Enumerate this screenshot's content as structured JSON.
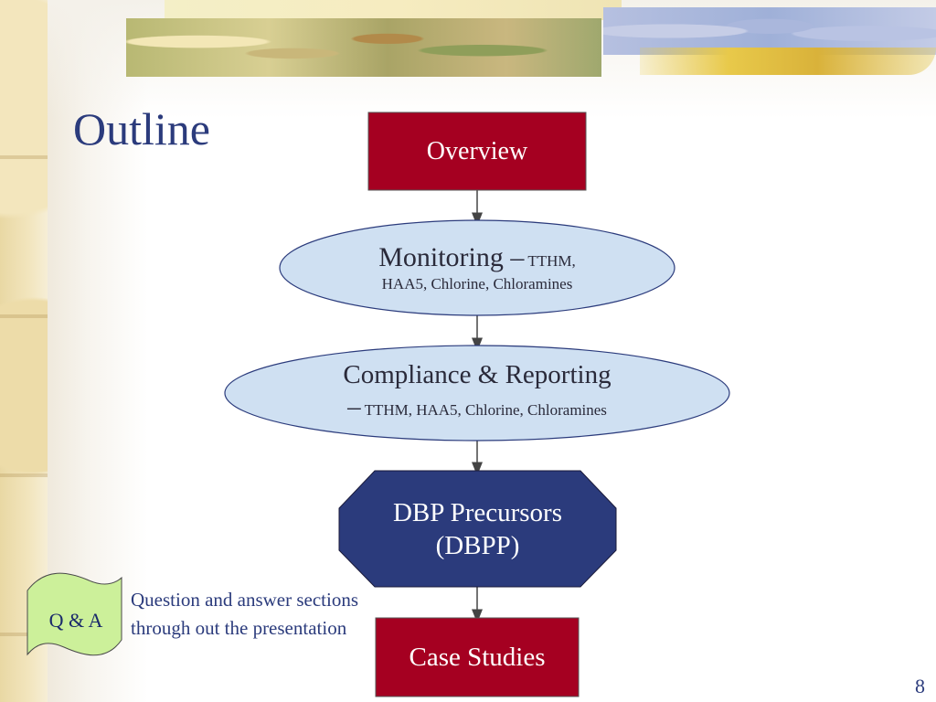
{
  "slide": {
    "title": "Outline",
    "page_number": "8"
  },
  "flowchart": {
    "overview": "Overview",
    "monitoring": {
      "main": "Monitoring –",
      "sub_inline": "TTHM,",
      "sub": "HAA5, Chlorine, Chloramines"
    },
    "compliance": {
      "main": "Compliance & Reporting",
      "dash": "–",
      "sub": "TTHM, HAA5, Chlorine, Chloramines"
    },
    "dbp": {
      "line1": "DBP Precursors",
      "line2": "(DBPP)"
    },
    "case_studies": "Case Studies"
  },
  "qa": {
    "label": "Q & A",
    "note": "Question and answer sections through out the presentation"
  },
  "colors": {
    "red_box": "#a50021",
    "navy_octagon": "#2b3b7c",
    "ellipse_fill": "#cfe0f2",
    "qa_fill": "#ccf09a",
    "title": "#2b3b7c"
  }
}
